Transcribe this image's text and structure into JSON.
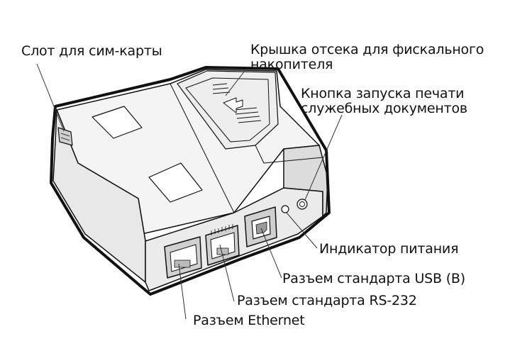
{
  "labels": {
    "sim_slot": "Слот для сим-карты",
    "fiscal_cover_line1": "Крышка отсека для фискального",
    "fiscal_cover_line2": "накопителя",
    "print_button_line1": "Кнопка запуска печати",
    "print_button_line2": "служебных документов",
    "power_indicator": "Индикатор питания",
    "usb_port": "Разъем стандарта USB (B)",
    "rs232_port": "Разъем стандарта RS-232",
    "ethernet_port": "Разъем Ethernet"
  },
  "colors": {
    "outline": "#111111",
    "body_light": "#f2f2f2",
    "body_mid": "#e6e6e6",
    "body_dark": "#d8d8d8",
    "leader": "#333333"
  }
}
